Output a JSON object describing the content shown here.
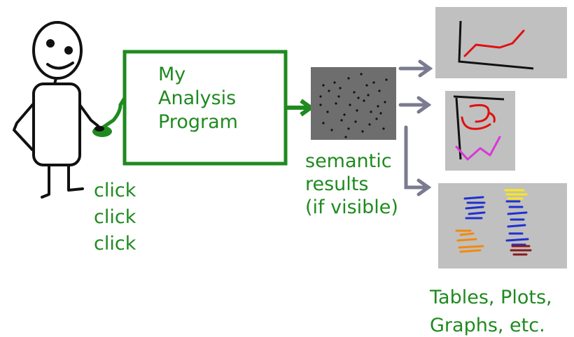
{
  "program": {
    "lines": [
      "My",
      "Analysis",
      "Program"
    ]
  },
  "user_action": {
    "lines": [
      "click",
      "click",
      "click"
    ]
  },
  "results": {
    "lines": [
      "semantic",
      "results",
      "(if visible)"
    ]
  },
  "outputs": {
    "lines": [
      "Tables, Plots,",
      "Graphs, etc."
    ]
  },
  "colors": {
    "accent_green": "#1f8a1f",
    "arrow_gray": "#7a7a90",
    "panel_gray": "#c0c0c0",
    "scatter_bg": "#6e6e6e"
  },
  "icons": [
    "stick-figure-icon",
    "computer-mouse-icon",
    "line-plot-icon",
    "graph-icon",
    "table-icon"
  ]
}
